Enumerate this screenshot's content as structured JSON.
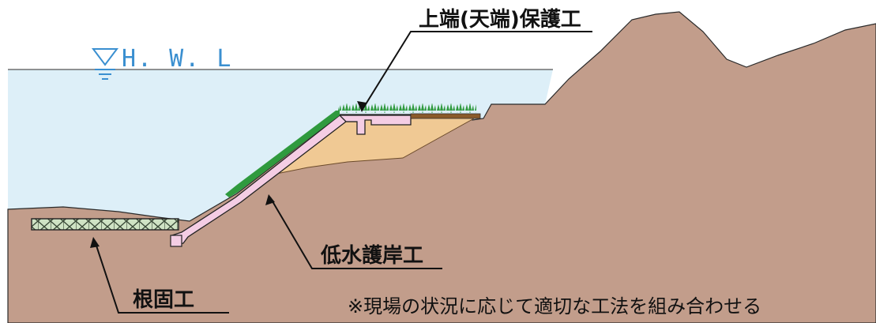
{
  "labels": {
    "hwl": "H. W. L",
    "top_protection": "上端(天端)保護工",
    "low_water_revetment": "低水護岸工",
    "root_protection": "根固工",
    "note": "※現場の状況に応じて適切な工法を組み合わせる"
  },
  "colors": {
    "water": "#ddeff8",
    "ground": "#c29d8b",
    "fill_soil": "#f0c994",
    "revetment": "#f4cde4",
    "vegetation": "#2f9a3e",
    "mat": "#cfe3c4",
    "hwl": "#3a8fd0"
  }
}
